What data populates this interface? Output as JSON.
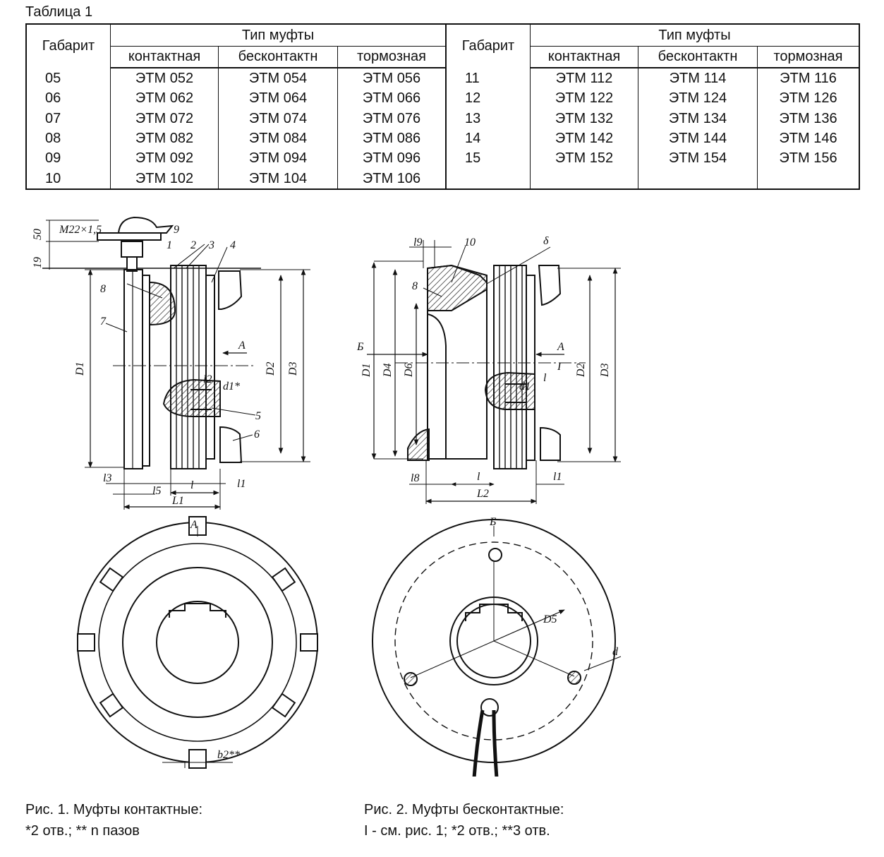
{
  "table_title": "Таблица 1",
  "headers": {
    "gabarit": "Габарит",
    "type": "Тип муфты",
    "contact": "контактная",
    "contactless": "бесконтактн",
    "brake": "тормозная"
  },
  "left_rows": [
    [
      "05",
      "ЭТМ 052",
      "ЭТМ 054",
      "ЭТМ 056"
    ],
    [
      "06",
      "ЭТМ 062",
      "ЭТМ 064",
      "ЭТМ 066"
    ],
    [
      "07",
      "ЭТМ 072",
      "ЭТМ 074",
      "ЭТМ 076"
    ],
    [
      "08",
      "ЭТМ 082",
      "ЭТМ 084",
      "ЭТМ 086"
    ],
    [
      "09",
      "ЭТМ 092",
      "ЭТМ 094",
      "ЭТМ 096"
    ],
    [
      "10",
      "ЭТМ 102",
      "ЭТМ 104",
      "ЭТМ 106"
    ]
  ],
  "right_rows": [
    [
      "11",
      "ЭТМ 112",
      "ЭТМ 114",
      "ЭТМ 116"
    ],
    [
      "12",
      "ЭТМ 122",
      "ЭТМ 124",
      "ЭТМ 126"
    ],
    [
      "13",
      "ЭТМ 132",
      "ЭТМ 134",
      "ЭТМ 136"
    ],
    [
      "14",
      "ЭТМ 142",
      "ЭТМ 144",
      "ЭТМ 146"
    ],
    [
      "15",
      "ЭТМ 152",
      "ЭТМ 154",
      "ЭТМ 156"
    ]
  ],
  "fig1": {
    "caption_line1": "Рис. 1. Муфты контактные:",
    "caption_line2": "*2 отв.; ** n пазов",
    "labels": {
      "thread": "M22×1,5",
      "dim50": "50",
      "dim19": "19",
      "n1": "1",
      "n2": "2",
      "n3": "3",
      "n4": "4",
      "n5": "5",
      "n6": "6",
      "n7": "7",
      "n8": "8",
      "n9": "9",
      "D1": "D1",
      "D2": "D2",
      "D3": "D3",
      "A": "A",
      "l2": "l2",
      "d1": "d1*",
      "l3": "l3",
      "l5": "l5",
      "l": "l",
      "l1": "l1",
      "L1": "L1",
      "b": "b2**"
    }
  },
  "fig2": {
    "caption_line1": "Рис. 2. Муфты бесконтактные:",
    "caption_line2": "I - см. рис. 1; *2 отв.; **3 отв.",
    "labels": {
      "l9": "l9",
      "n10": "10",
      "delta": "δ",
      "n8": "8",
      "B": "Б",
      "D1": "D1",
      "D4": "D4",
      "D6": "D6",
      "D2": "D2",
      "D3": "D3",
      "A": "A",
      "I": "I",
      "l": "l",
      "d1": "d1",
      "l8": "l8",
      "l_b": "l",
      "l1": "l1",
      "L2": "L2",
      "D5": "D5",
      "d": "d"
    }
  }
}
